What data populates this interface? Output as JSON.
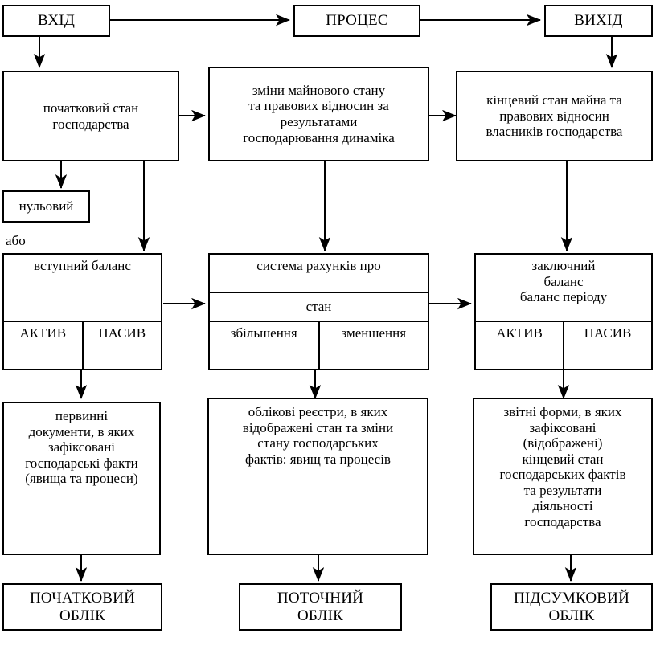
{
  "diagram": {
    "title": "Схема бухгалтерського обліку: вхід — процес — вихід",
    "stroke_color": "#000000",
    "background_color": "#ffffff",
    "nodes": {
      "input_cap": "ВХІД",
      "process_cap": "ПРОЦЕС",
      "output_cap": "ВИХІД",
      "initial_state": "початковий стан\nгосподарства",
      "changes": "зміни майнового стану\nта правових відносин за\nрезультатами\nгосподарювання динаміка",
      "final_state": "кінцевий стан майна та\nправових відносин\nвласників господарства",
      "zero": "нульовий",
      "or_label": "або",
      "opening_balance_title": "вступний баланс",
      "accounts_title": "система рахунків про",
      "accounts_state": "стан",
      "accounts_increase": "збільшення",
      "accounts_decrease": "зменшення",
      "closing_balance_title": "заключний\nбаланс\nбаланс періоду",
      "asset_left": "АКТИВ",
      "liability_left": "ПАСИВ",
      "asset_right": "АКТИВ",
      "liability_right": "ПАСИВ",
      "primary_docs": "первинні\nдокументи, в яких\nзафіксовані\nгосподарські факти\n(явища та процеси)",
      "registers": "облікові реєстри, в яких\nвідображені стан та зміни\nстану господарських\nфактів: явищ та процесів",
      "reports": "звітні форми, в яких\nзафіксовані\n(відображені)\nкінцевий стан\nгосподарських фактів\nта результати\nдіяльності\nгосподарства",
      "initial_accounting": "ПОЧАТКОВИЙ\nОБЛІК",
      "current_accounting": "ПОТОЧНИЙ\nОБЛІК",
      "summary_accounting": "ПІДСУМКОВИЙ\nОБЛІК"
    }
  }
}
